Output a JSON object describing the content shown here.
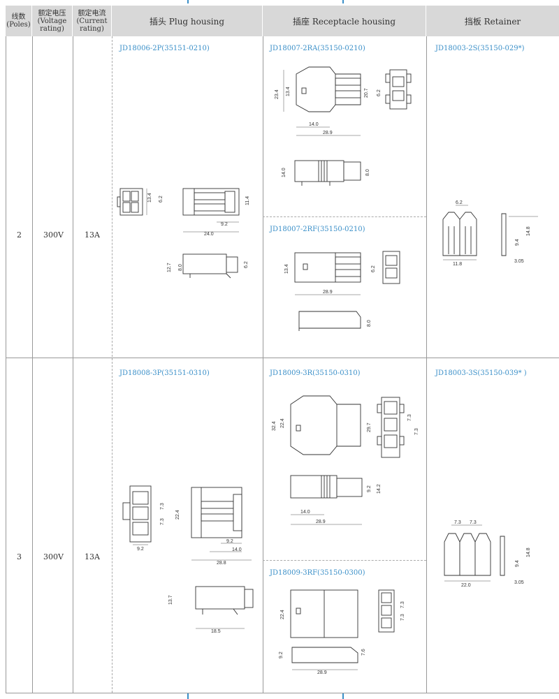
{
  "header": {
    "poles_cn": "线数",
    "poles_en": "(Poles)",
    "voltage_cn": "额定电压",
    "voltage_en1": "(Voltage",
    "voltage_en2": "rating)",
    "current_cn": "额定电流",
    "current_en1": "(Current",
    "current_en2": "rating)",
    "plug": "插头  Plug housing",
    "receptacle": "插座  Receptacle housing",
    "retainer": "挡板  Retainer"
  },
  "rows": [
    {
      "poles": "2",
      "voltage": "300V",
      "current": "13A",
      "plug_part": "JD18006-2P(35151-0210)",
      "receptacle_part_a": "JD18007-2RA(35150-0210)",
      "receptacle_part_b": "JD18007-2RF(35150-0210)",
      "retainer_part": "JD18003-2S(35150-029*)",
      "dims": {
        "plug": [
          "13.4",
          "6.2",
          "11.4",
          "9.2",
          "24.0",
          "12.7",
          "8.0",
          "6.2"
        ],
        "rec_a": [
          "23.4",
          "13.4",
          "20.7",
          "6.2",
          "14.0",
          "28.9",
          "14.0",
          "8.0"
        ],
        "rec_b": [
          "13.4",
          "6.2",
          "28.9",
          "8.0"
        ],
        "ret": [
          "6.2",
          "11.8",
          "9.4",
          "14.8",
          "3.05"
        ]
      }
    },
    {
      "poles": "3",
      "voltage": "300V",
      "current": "13A",
      "plug_part": "JD18008-3P(35151-0310)",
      "receptacle_part_a": "JD18009-3R(35150-0310)",
      "receptacle_part_b": "JD18009-3RF(35150-0300)",
      "retainer_part": "JD18003-3S(35150-039* )",
      "dims": {
        "plug": [
          "7.3",
          "7.3",
          "22.4",
          "9.2",
          "9.2",
          "14.0",
          "28.8",
          "13.7",
          "18.5"
        ],
        "rec_a": [
          "32.4",
          "22.4",
          "29.7",
          "7.3",
          "7.3",
          "9.2",
          "14.2",
          "14.0",
          "28.9"
        ],
        "rec_b": [
          "22.4",
          "7.3",
          "7.3",
          "9.2",
          "7.6",
          "28.9"
        ],
        "ret": [
          "7.3",
          "7.3",
          "9.4",
          "14.8",
          "3.05",
          "22.0"
        ]
      }
    }
  ]
}
